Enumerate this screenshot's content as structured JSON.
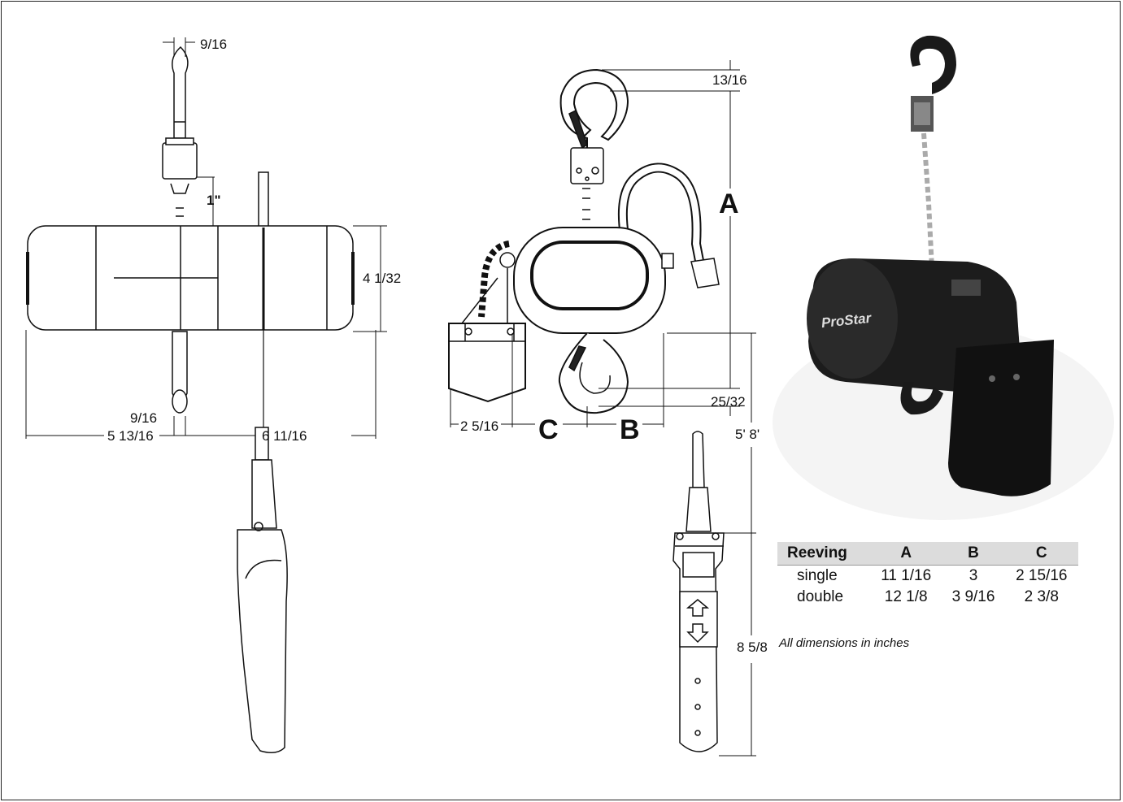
{
  "dimensions": {
    "hook_width_top": "9/16",
    "hook_width_bottom": "9/16",
    "gap_1in": "1\"",
    "body_height": "4 1/32",
    "left_span": "5 13/16",
    "right_span": "6 11/16",
    "top_hook_offset": "13/16",
    "bottom_hook_offset": "25/32",
    "bag_width": "2 5/16",
    "pendant_cable": "5' 8'",
    "pendant_height": "8 5/8"
  },
  "labels": {
    "a": "A",
    "b": "B",
    "c": "C",
    "brand": "ProStar"
  },
  "spec_table": {
    "headers": [
      "Reeving",
      "A",
      "B",
      "C"
    ],
    "rows": [
      [
        "single",
        "11 1/16",
        "3",
        "2 15/16"
      ],
      [
        "double",
        "12 1/8",
        "3 9/16",
        "2 3/8"
      ]
    ]
  },
  "note": "All dimensions in inches"
}
